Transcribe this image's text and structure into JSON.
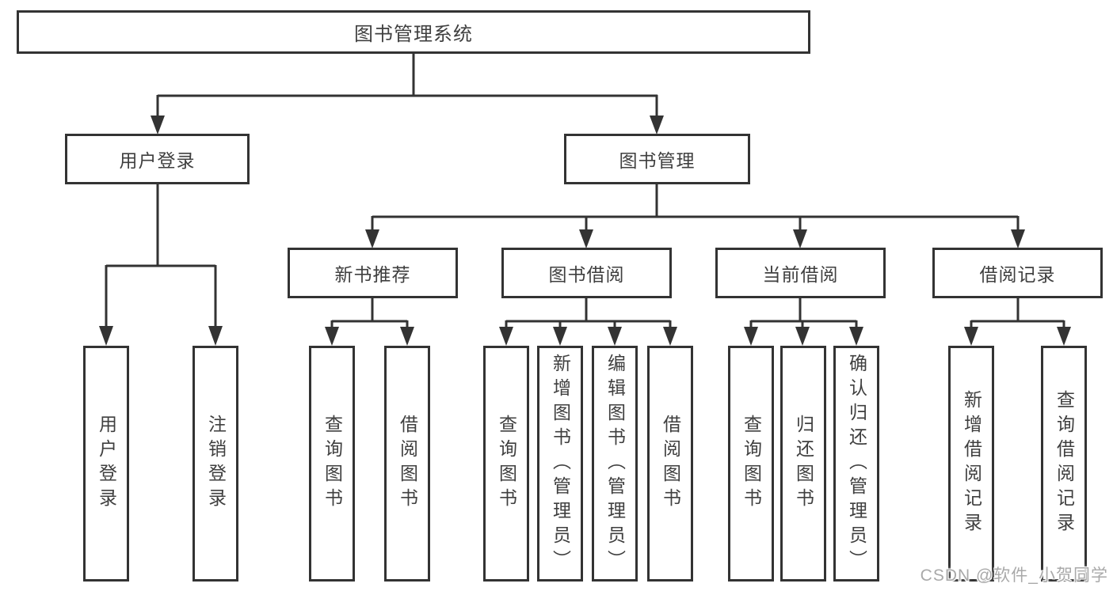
{
  "diagram": {
    "root": {
      "label": "图书管理系统"
    },
    "level2": [
      {
        "label": "用户登录"
      },
      {
        "label": "图书管理"
      }
    ],
    "level3": [
      {
        "label": "新书推荐"
      },
      {
        "label": "图书借阅"
      },
      {
        "label": "当前借阅"
      },
      {
        "label": "借阅记录"
      }
    ],
    "leaves": {
      "login": [
        "用户登录",
        "注销登录"
      ],
      "newbook": [
        "查询图书",
        "借阅图书"
      ],
      "borrow": [
        "查询图书",
        "新增图书（管理员）",
        "编辑图书（管理员）",
        "借阅图书"
      ],
      "current": [
        "查询图书",
        "归还图书",
        "确认归还（管理员）"
      ],
      "records": [
        "新增借阅记录",
        "查询借阅记录"
      ]
    }
  },
  "watermark": {
    "text": "CSDN @软件_小贺同学"
  },
  "colors": {
    "line": "#333333",
    "border": "#333333",
    "text": "#3f3f3f",
    "watermark": "#a9a9a9",
    "background": "#ffffff"
  }
}
